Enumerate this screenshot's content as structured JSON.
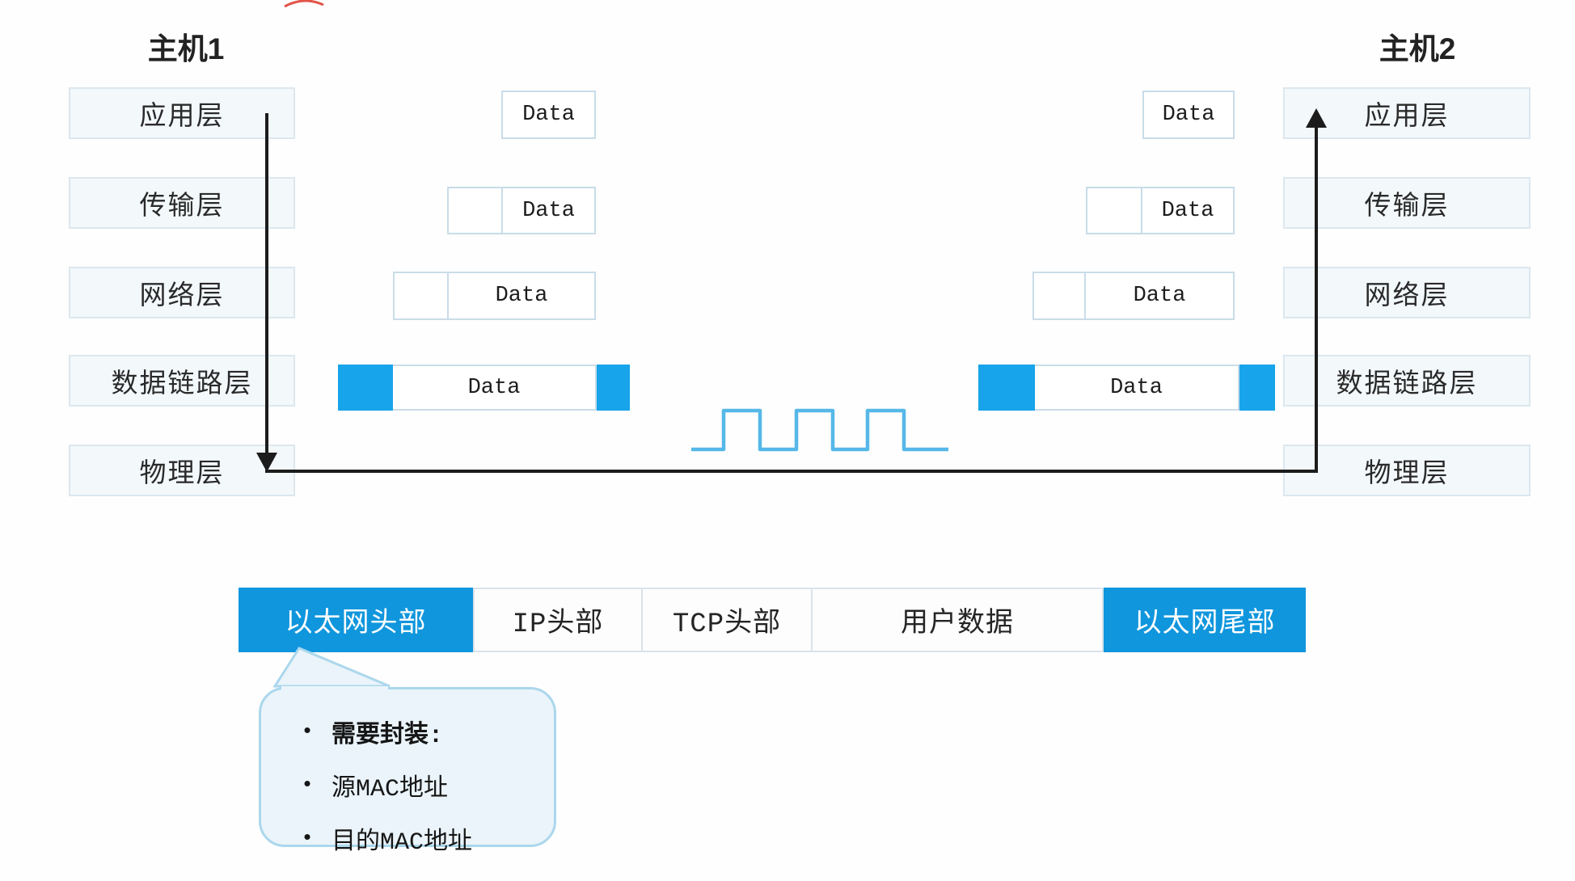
{
  "hosts": {
    "left": "主机1",
    "right": "主机2"
  },
  "stacks": {
    "layers": [
      "应用层",
      "传输层",
      "网络层",
      "数据链路层",
      "物理层"
    ]
  },
  "encapsulation": {
    "data_label": "Data"
  },
  "frame_bar": {
    "segments": [
      {
        "label": "以太网头部",
        "style": "blue"
      },
      {
        "label": "IP头部",
        "style": "white"
      },
      {
        "label": "TCP头部",
        "style": "white"
      },
      {
        "label": "用户数据",
        "style": "white"
      },
      {
        "label": "以太网尾部",
        "style": "blue"
      }
    ]
  },
  "callout": {
    "bullet": "•",
    "items": [
      {
        "text": "需要封装:"
      },
      {
        "text": "源MAC地址"
      },
      {
        "text": "目的MAC地址"
      }
    ]
  },
  "colors": {
    "frame_blue": "#17A4EA",
    "bar_blue": "#1096DD",
    "wave_blue": "#56B8E8",
    "line_black": "#1C1C1C",
    "box_bg": "#F3F8FB",
    "box_border": "#DCE7EE",
    "cell_border": "#C9DCE8",
    "bubble_bg": "#EAF4FA",
    "bubble_border": "#ABD7EC",
    "red_mark": "#E25549"
  }
}
